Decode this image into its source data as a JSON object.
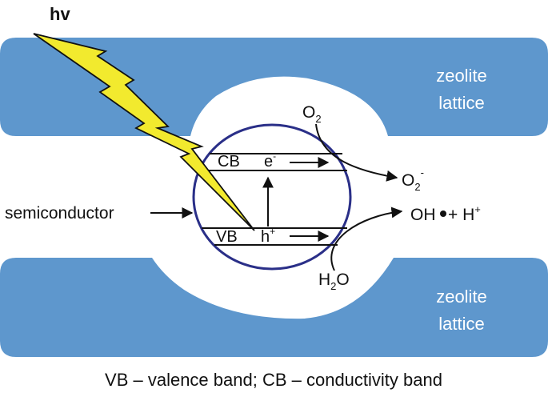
{
  "colors": {
    "zeolite": "#5e97cd",
    "circle": "#2a2f88",
    "lightning": "#f2ea2e",
    "line": "#111111"
  },
  "labels": {
    "hv": "hv",
    "zeolite_top_1": "zeolite",
    "zeolite_top_2": "lattice",
    "zeolite_bottom_1": "zeolite",
    "zeolite_bottom_2": "lattice",
    "o2": "O",
    "o2_sub": "2",
    "o2_minus": "O",
    "o2_minus_sub": "2",
    "o2_minus_sup": "-",
    "cb": "CB",
    "electron": "e",
    "electron_sup": "-",
    "semiconductor": "semiconductor",
    "vb": "VB",
    "hole": "h",
    "hole_sup": "+",
    "oh_radical": "OH",
    "plus_h": " + H",
    "plus_h_sup": "+",
    "h2o_h": "H",
    "h2o_sub": "2",
    "h2o_o": "O",
    "caption": "VB – valence band;  CB – conductivity band"
  }
}
